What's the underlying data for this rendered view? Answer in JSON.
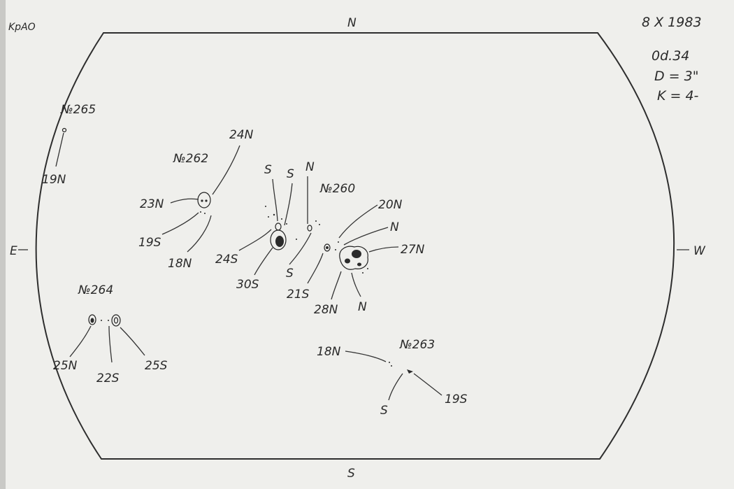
{
  "observatory": "KpAO",
  "header": {
    "date": "8  X  1983",
    "time": "0d.34",
    "diameter": "D = 3\"",
    "quality": "K = 4-"
  },
  "directions": {
    "north": "N",
    "south": "S",
    "east": "E",
    "west": "W"
  },
  "groups": {
    "g265": {
      "name": "№265",
      "labels": [
        "19N"
      ]
    },
    "g262": {
      "name": "№262",
      "labels": [
        "24N",
        "23N",
        "19S",
        "18N"
      ]
    },
    "g260": {
      "name": "№260",
      "labels": [
        "S",
        "S",
        "N",
        "20N",
        "N",
        "27N",
        "24S",
        "30S",
        "S",
        "21S",
        "28N",
        "N"
      ]
    },
    "g264": {
      "name": "№264",
      "labels": [
        "25N",
        "22S",
        "25S"
      ]
    },
    "g263": {
      "name": "№263",
      "labels": [
        "18N",
        "19S",
        "S"
      ]
    }
  }
}
